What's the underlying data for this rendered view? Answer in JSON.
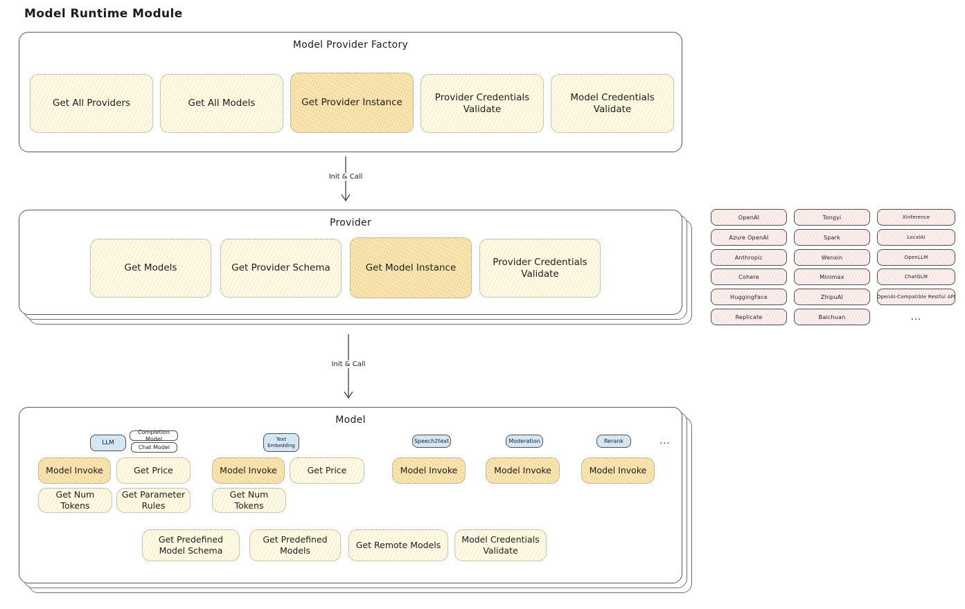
{
  "title": "Model Runtime Module",
  "arrow_label": "Init & Call",
  "factory": {
    "title": "Model Provider Factory",
    "items": [
      {
        "label": "Get All Providers",
        "highlighted": false
      },
      {
        "label": "Get All Models",
        "highlighted": false
      },
      {
        "label": "Get Provider Instance",
        "highlighted": true
      },
      {
        "label": "Provider Credentials Validate",
        "highlighted": false
      },
      {
        "label": "Model Credentials Validate",
        "highlighted": false
      }
    ]
  },
  "provider": {
    "title": "Provider",
    "items": [
      {
        "label": "Get Models",
        "highlighted": false
      },
      {
        "label": "Get Provider Schema",
        "highlighted": false
      },
      {
        "label": "Get Model Instance",
        "highlighted": true
      },
      {
        "label": "Provider Credentials Validate",
        "highlighted": false
      }
    ]
  },
  "providers_grid": {
    "col1": [
      "OpenAI",
      "Azure OpenAI",
      "Anthropic",
      "Cohere",
      "HuggingFace",
      "Replicate"
    ],
    "col2": [
      "Tongyi",
      "Spark",
      "Wenxin",
      "Minimax",
      "ZhipuAI",
      "Baichuan"
    ],
    "col3": [
      "Xinference",
      "LocalAI",
      "OpenLLM",
      "ChatGLM",
      "OpenAI-Compatible Restful API",
      "..."
    ]
  },
  "model": {
    "title": "Model",
    "tags": {
      "llm": "LLM",
      "completion_model": "Completion Model",
      "chat_model": "Chat Model",
      "text_embedding": "Text Embedding",
      "speech2text": "Speech2text",
      "moderation": "Moderation",
      "rerank": "Rerank",
      "ellipsis": "..."
    },
    "labels": {
      "model_invoke": "Model Invoke",
      "get_price": "Get Price",
      "get_num_tokens": "Get Num Tokens",
      "get_parameter_rules": "Get Parameter Rules",
      "get_predefined_model_schema": "Get Predefined Model Schema",
      "get_predefined_models": "Get Predefined Models",
      "get_remote_models": "Get Remote Models",
      "model_credentials_validate": "Model Credentials Validate"
    }
  },
  "colors": {
    "border": "#565656",
    "yellow_fill": "#fefae6",
    "orange_fill": "#fbe9bd",
    "pink_fill": "#fdf1f0",
    "blue_fill": "#d9eaf7"
  }
}
